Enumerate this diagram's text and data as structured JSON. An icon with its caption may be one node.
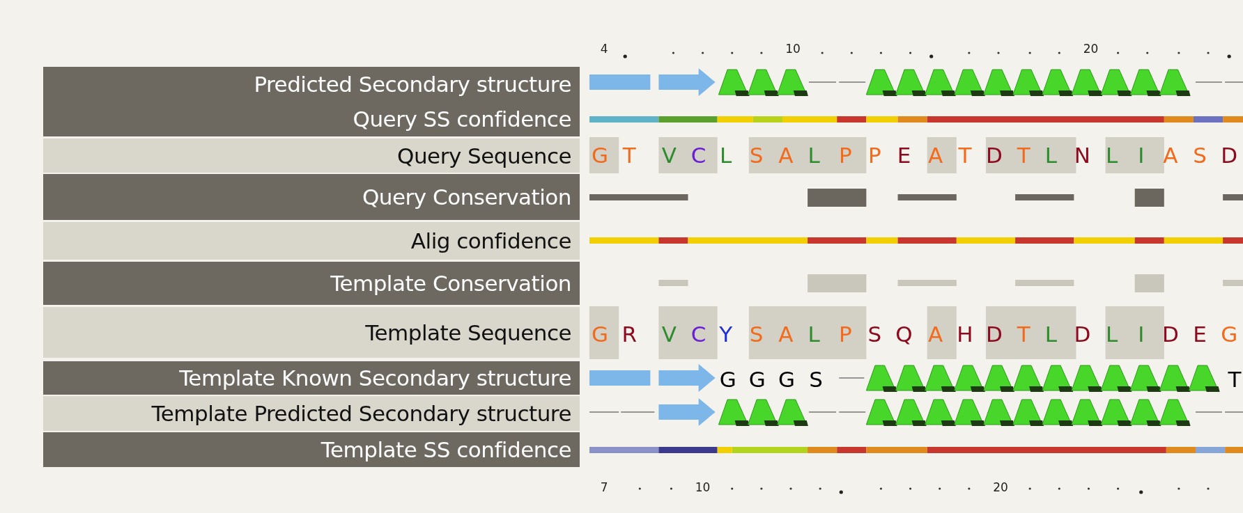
{
  "diagram": {
    "nodes": [
      {
        "text": [
          "Predicted Secondary structure"
        ]
      },
      {
        "text": [
          "Query SS confidence"
        ]
      },
      {
        "text": [
          "Query Sequence"
        ]
      },
      {
        "text": [
          "Query Conservation"
        ]
      },
      {
        "text": [
          "Alig confidence"
        ]
      },
      {
        "text": [
          "Template Conservation"
        ]
      },
      {
        "text": [
          "Template Sequence"
        ]
      },
      {
        "text": [
          "Template Known Secondary structure"
        ]
      },
      {
        "text": [
          "Template Predicted Secondary structure"
        ]
      },
      {
        "text": [
          "Template SS confidence"
        ]
      }
    ],
    "labels": [
      "4",
      "10",
      "20",
      "G",
      "T",
      "V",
      "C",
      "L",
      "S",
      "A",
      "L",
      "P",
      "P",
      "E",
      "A",
      "T",
      "D",
      "T",
      "L",
      "N",
      "L",
      "I",
      "A",
      "S",
      "D",
      "G",
      "R",
      "V",
      "C",
      "Y",
      "S",
      "A",
      "L",
      "P",
      "S",
      "Q",
      "A",
      "H",
      "D",
      "T",
      "L",
      "D",
      "L",
      "I",
      "D",
      "E",
      "G",
      "G",
      "G",
      "G",
      "S",
      "T",
      "7",
      "10",
      "20"
    ]
  }
}
